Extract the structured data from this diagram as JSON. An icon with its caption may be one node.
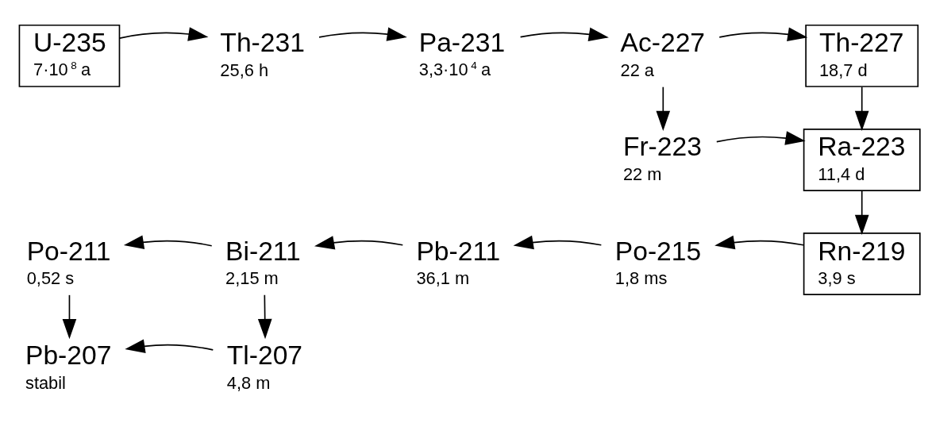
{
  "diagram": {
    "nodes": [
      {
        "text": [
          "U-235",
          "7·10$^{8}$ a"
        ]
      },
      {
        "text": [
          "Th-231",
          "25,6 h"
        ]
      },
      {
        "text": [
          "Pa-231",
          "3,3·10$^{4}$ a"
        ]
      },
      {
        "text": [
          "Ac-227",
          "22 a"
        ]
      },
      {
        "text": [
          "Th-227",
          "18,7 d"
        ]
      },
      {
        "text": [
          "Fr-223",
          "22 m"
        ]
      },
      {
        "text": [
          "Ra-223",
          "11,4 d"
        ]
      },
      {
        "text": [
          "Po-211",
          "0,52 s"
        ]
      },
      {
        "text": [
          "Bi-211",
          "2,15 m"
        ]
      },
      {
        "text": [
          "Pb-211",
          "36,1 m"
        ]
      },
      {
        "text": [
          "Po-215",
          "1,8 ms"
        ]
      },
      {
        "text": [
          "Rn-219",
          "3,9 s"
        ]
      },
      {
        "text": [
          "Pb-207",
          "stabil"
        ]
      },
      {
        "text": [
          "Tl-207",
          "4,8 m"
        ]
      }
    ],
    "edges": [
      {
        "from": 0,
        "to": 1,
        "arrow": "to"
      },
      {
        "from": 1,
        "to": 2,
        "arrow": "to"
      },
      {
        "from": 2,
        "to": 3,
        "arrow": "to"
      },
      {
        "from": 3,
        "to": 4,
        "arrow": "to"
      },
      {
        "from": 3,
        "to": 5,
        "arrow": "to"
      },
      {
        "from": 4,
        "to": 6,
        "arrow": "to"
      },
      {
        "from": 5,
        "to": 6,
        "arrow": "to"
      },
      {
        "from": 6,
        "to": 11,
        "arrow": "to"
      },
      {
        "from": 11,
        "to": 10,
        "arrow": "to"
      },
      {
        "from": 10,
        "to": 9,
        "arrow": "to"
      },
      {
        "from": 9,
        "to": 8,
        "arrow": "to"
      },
      {
        "from": 8,
        "to": 7,
        "arrow": "to"
      },
      {
        "from": 7,
        "to": 12,
        "arrow": "to"
      },
      {
        "from": 8,
        "to": 13,
        "arrow": "to"
      },
      {
        "from": 13,
        "to": 12,
        "arrow": "to"
      }
    ]
  }
}
